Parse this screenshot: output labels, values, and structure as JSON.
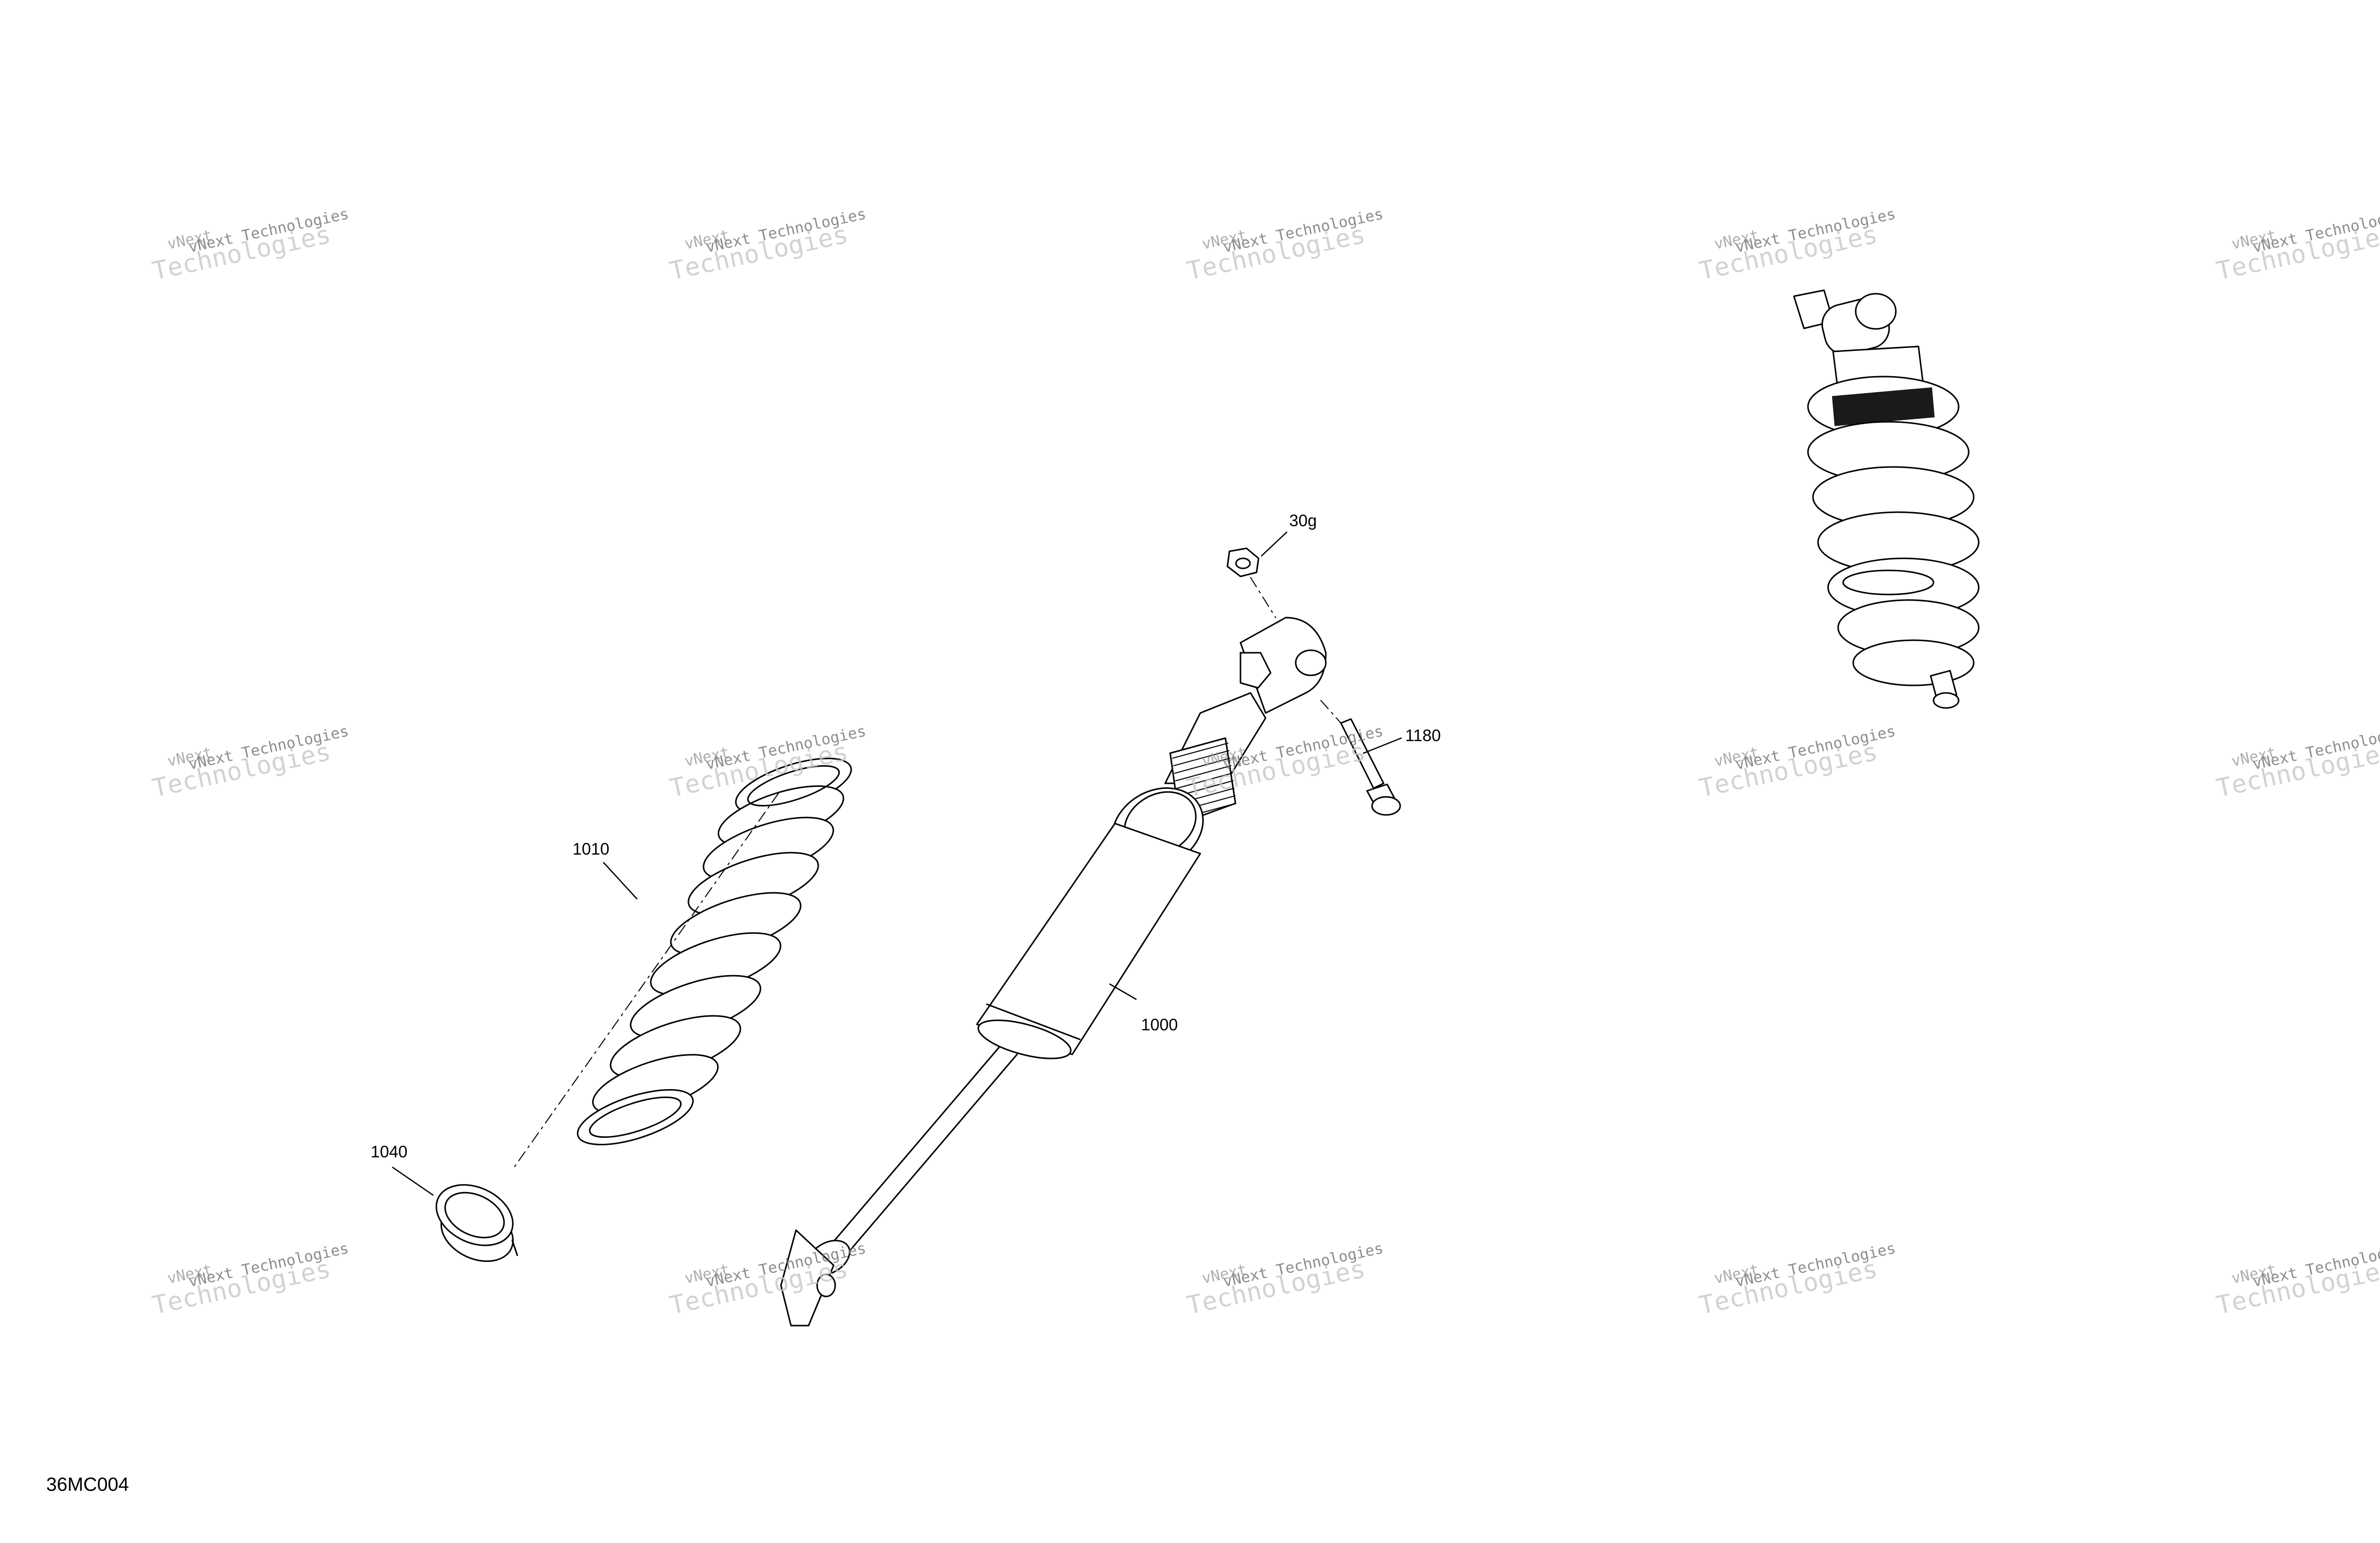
{
  "watermark": {
    "word1": "vNext",
    "word2": "Technologies",
    "full": "vNext Technologies"
  },
  "callouts": {
    "nut": "30g",
    "bolt": "1180",
    "shock": "1000",
    "spring": "1010",
    "spring_stopper": "1040"
  },
  "figure_code": "36MC004"
}
